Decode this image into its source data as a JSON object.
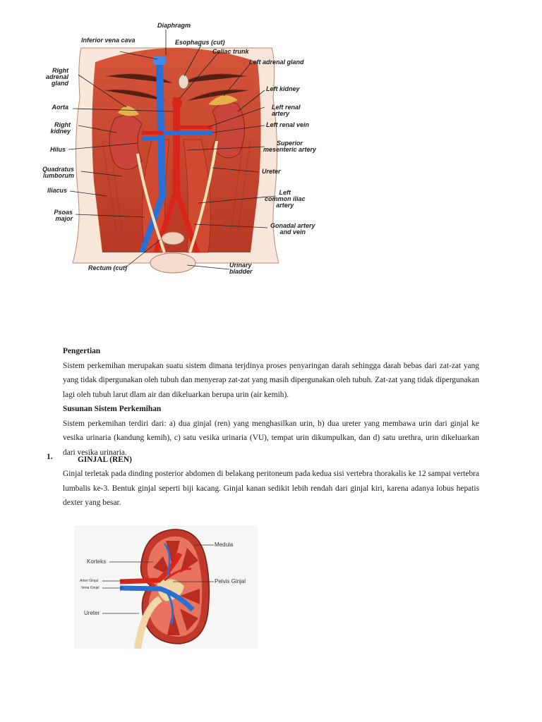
{
  "anatomy_labels": {
    "diaphragm": "Diaphragm",
    "ivc": "Inferior vena cava",
    "esophagus": "Esophagus (cut)",
    "celiac": "Celiac trunk",
    "left_adrenal": "Left adrenal gland",
    "right_adrenal": "Right\nadrenal\ngland",
    "left_kidney": "Left kidney",
    "aorta": "Aorta",
    "left_renal_artery": "Left renal\nartery",
    "left_renal_vein": "Left renal vein",
    "right_kidney": "Right\nkidney",
    "hilus": "Hilus",
    "sma": "Superior\nmesenteric artery",
    "quadratus": "Quadratus\nlumborum",
    "ureter": "Ureter",
    "iliacus": "Iliacus",
    "left_common_iliac": "Left\ncommon iliac\nartery",
    "psoas": "Psoas\nmajor",
    "gonadal": "Gonadal artery\nand vein",
    "rectum": "Rectum (cut)",
    "bladder": "Urinary\nbladder"
  },
  "content": {
    "section1_title": "Pengertian",
    "section1_body": "Sistem perkemihan merupakan suatu sistem dimana terjdinya proses penyaringan darah sehingga darah bebas dari zat-zat yang yang tidak dipergunakan oleh tubuh dan menyerap zat-zat yang masih dipergunakan oleh tubuh. Zat-zat yang tidak dipergunakan lagi oleh tubuh larut dlam air dan dikeluarkan berupa urin (air kemih).",
    "section2_title": "Susunan Sistem Perkemihan",
    "section2_body": "Sistem perkemihan terdiri dari: a) dua ginjal (ren) yang menghasilkan urin, b) dua ureter yang membawa urin dari ginjal ke vesika urinaria (kandung kemih), c) satu vesika urinaria (VU), tempat urin dikumpulkan, dan d) satu urethra, urin dikeluarkan dari vesika urinaria.",
    "item1_number": "1.",
    "item1_title": "GINJAL (REN)",
    "item1_body": "Ginjal terletak pada dinding posterior abdomen di belakang peritoneum pada kedua sisi vertebra thorakalis ke 12 sampai vertebra lumbalis ke-3. Bentuk ginjal seperti biji kacang. Ginjal kanan sedikit lebih rendah dari ginjal kiri, karena adanya lobus hepatis dexter yang besar."
  },
  "kidney_labels": {
    "medula": "Medula",
    "korteks": "Korteks",
    "arteri": "Arteri Ginjal",
    "vena": "Vena Ginjal",
    "pelvis": "Pelvis Ginjal",
    "ureter": "Ureter"
  },
  "colors": {
    "muscle": "#c8432a",
    "artery": "#d9261c",
    "vein": "#2a6fd6",
    "kidney": "#c0392b",
    "adrenal": "#e8b04a"
  }
}
